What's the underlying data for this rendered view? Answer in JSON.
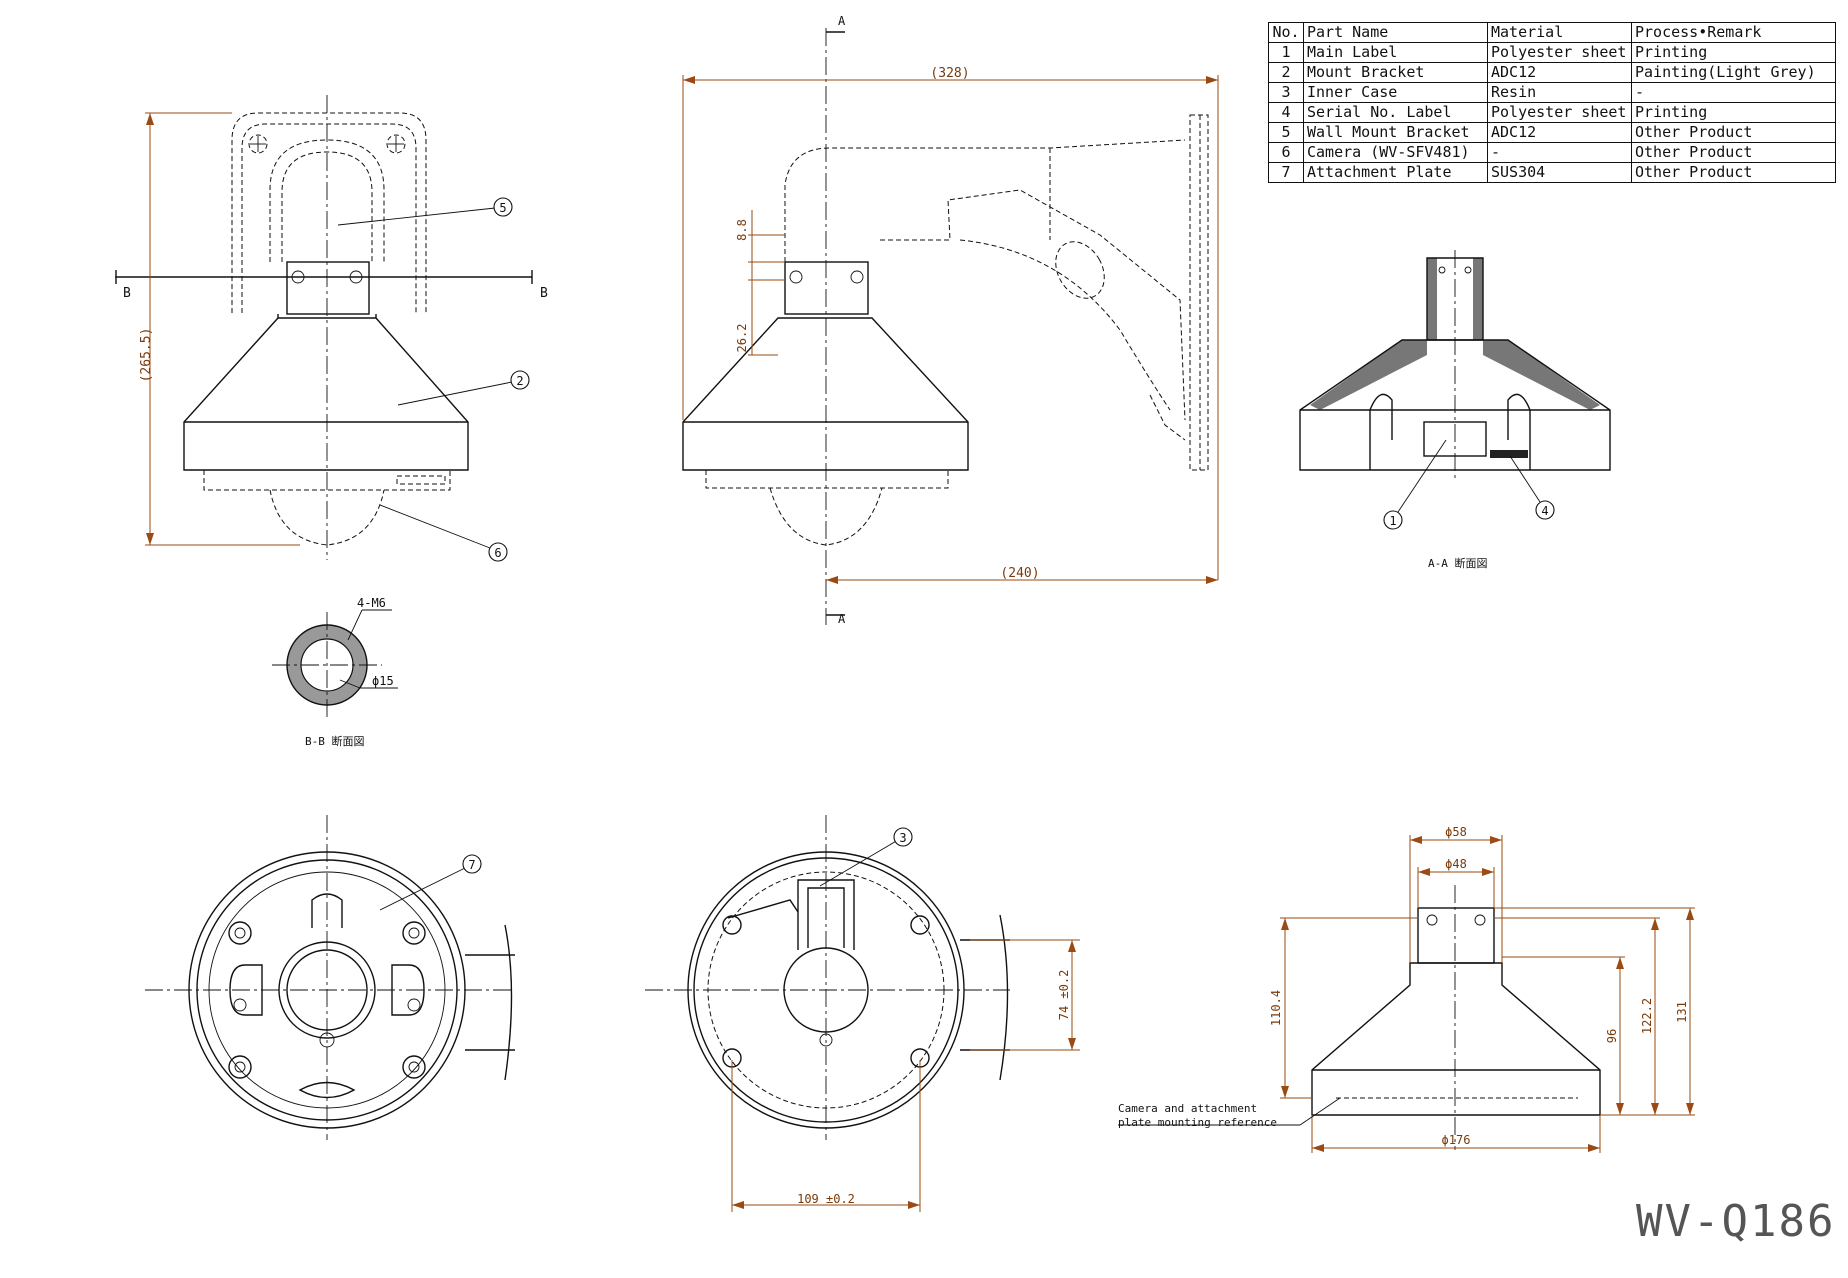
{
  "parts_table": {
    "headers": [
      "No.",
      "Part Name",
      "Material",
      "Process•Remark"
    ],
    "rows": [
      {
        "no": "1",
        "name": "Main Label",
        "material": "Polyester sheet",
        "remark": "Printing"
      },
      {
        "no": "2",
        "name": "Mount Bracket",
        "material": "ADC12",
        "remark": "Painting(Light Grey)"
      },
      {
        "no": "3",
        "name": "Inner Case",
        "material": "Resin",
        "remark": "-"
      },
      {
        "no": "4",
        "name": "Serial No. Label",
        "material": "Polyester sheet",
        "remark": "Printing"
      },
      {
        "no": "5",
        "name": "Wall Mount Bracket",
        "material": "ADC12",
        "remark": "Other Product"
      },
      {
        "no": "6",
        "name": "Camera (WV-SFV481)",
        "material": "-",
        "remark": "Other Product"
      },
      {
        "no": "7",
        "name": "Attachment Plate",
        "material": "SUS304",
        "remark": "Other Product"
      }
    ]
  },
  "model_number": "WV-Q186",
  "dimensions": {
    "front_height": "(265.5)",
    "side_width": "(328)",
    "side_depth": "(240)",
    "neck_8_8": "8.8",
    "neck_26_2": "26.2",
    "thread": "4-M6",
    "bore": "ϕ15",
    "hole_pitch_bottom": "109 ±0.2",
    "hole_pitch_side": "74 ±0.2",
    "dia_58": "ϕ58",
    "dia_48": "ϕ48",
    "dia_176": "ϕ176",
    "h_110_4": "110.4",
    "h_96": "96",
    "h_122_2": "122.2",
    "h_131": "131"
  },
  "section_labels": {
    "a_top": "A",
    "a_bottom": "A",
    "b_left": "B",
    "b_right": "B",
    "aa_caption": "A-A 断面図",
    "bb_caption": "B-B 断面図"
  },
  "callouts": [
    "1",
    "2",
    "3",
    "4",
    "5",
    "6",
    "7"
  ],
  "reference_note": [
    "Camera and attachment",
    "plate mounting reference"
  ],
  "colors": {
    "line": "#111111",
    "dimension": "#9a4a12",
    "model_text": "#555555"
  }
}
